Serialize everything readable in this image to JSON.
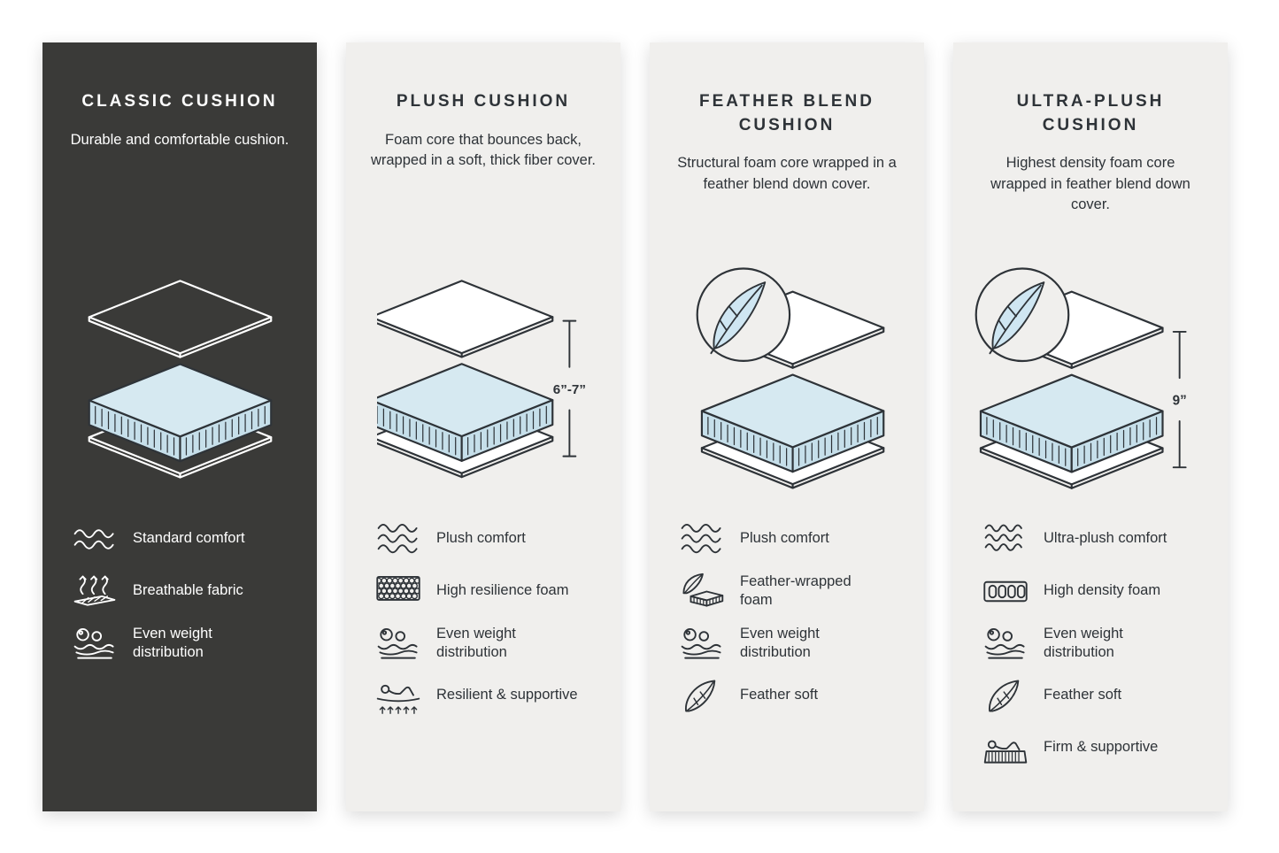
{
  "colors": {
    "ink": "#2e3338",
    "page_bg": "#ffffff",
    "dark_panel_bg": "#3a3a38",
    "light_panel_bg": "#f0efed",
    "foam_top": "#d6e9f1",
    "foam_side": "#c6dfea",
    "feather_fill": "#cfe6f2"
  },
  "panels": [
    {
      "id": "classic-cushion",
      "theme": "dark",
      "title": "CLASSIC CUSHION",
      "description": "Durable and comfortable cushion.",
      "diagram": {
        "feather_badge": false,
        "height_label": ""
      },
      "features": [
        {
          "icon": "waves-light",
          "label": "Standard comfort"
        },
        {
          "icon": "breathable",
          "label": "Breathable fabric"
        },
        {
          "icon": "weight",
          "label": "Even weight distribution"
        }
      ]
    },
    {
      "id": "plush-cushion",
      "theme": "light",
      "title": "PLUSH CUSHION",
      "description": "Foam core that bounces back, wrapped in a soft, thick fiber cover.",
      "diagram": {
        "feather_badge": false,
        "height_label": "6”-7”"
      },
      "features": [
        {
          "icon": "waves",
          "label": "Plush comfort"
        },
        {
          "icon": "foam-cells",
          "label": "High resilience foam"
        },
        {
          "icon": "weight",
          "label": "Even weight distribution"
        },
        {
          "icon": "resilient",
          "label": "Resilient & supportive"
        }
      ]
    },
    {
      "id": "feather-blend-cushion",
      "theme": "light",
      "title": "FEATHER BLEND CUSHION",
      "description": "Structural foam core wrapped in a feather blend down cover.",
      "diagram": {
        "feather_badge": true,
        "height_label": ""
      },
      "features": [
        {
          "icon": "waves",
          "label": "Plush comfort"
        },
        {
          "icon": "feather-foam",
          "label": "Feather-wrapped foam"
        },
        {
          "icon": "weight",
          "label": "Even weight distribution"
        },
        {
          "icon": "feather",
          "label": "Feather soft"
        }
      ]
    },
    {
      "id": "ultra-plush-cushion",
      "theme": "light",
      "title": "ULTRA-PLUSH CUSHION",
      "description": "Highest density foam core wrapped in feather blend down cover.",
      "diagram": {
        "feather_badge": true,
        "height_label": "9”"
      },
      "features": [
        {
          "icon": "waves-dense",
          "label": "Ultra-plush comfort"
        },
        {
          "icon": "density-cells",
          "label": "High density foam"
        },
        {
          "icon": "weight",
          "label": "Even weight distribution"
        },
        {
          "icon": "feather",
          "label": "Feather soft"
        },
        {
          "icon": "firm",
          "label": "Firm & supportive"
        }
      ]
    }
  ]
}
